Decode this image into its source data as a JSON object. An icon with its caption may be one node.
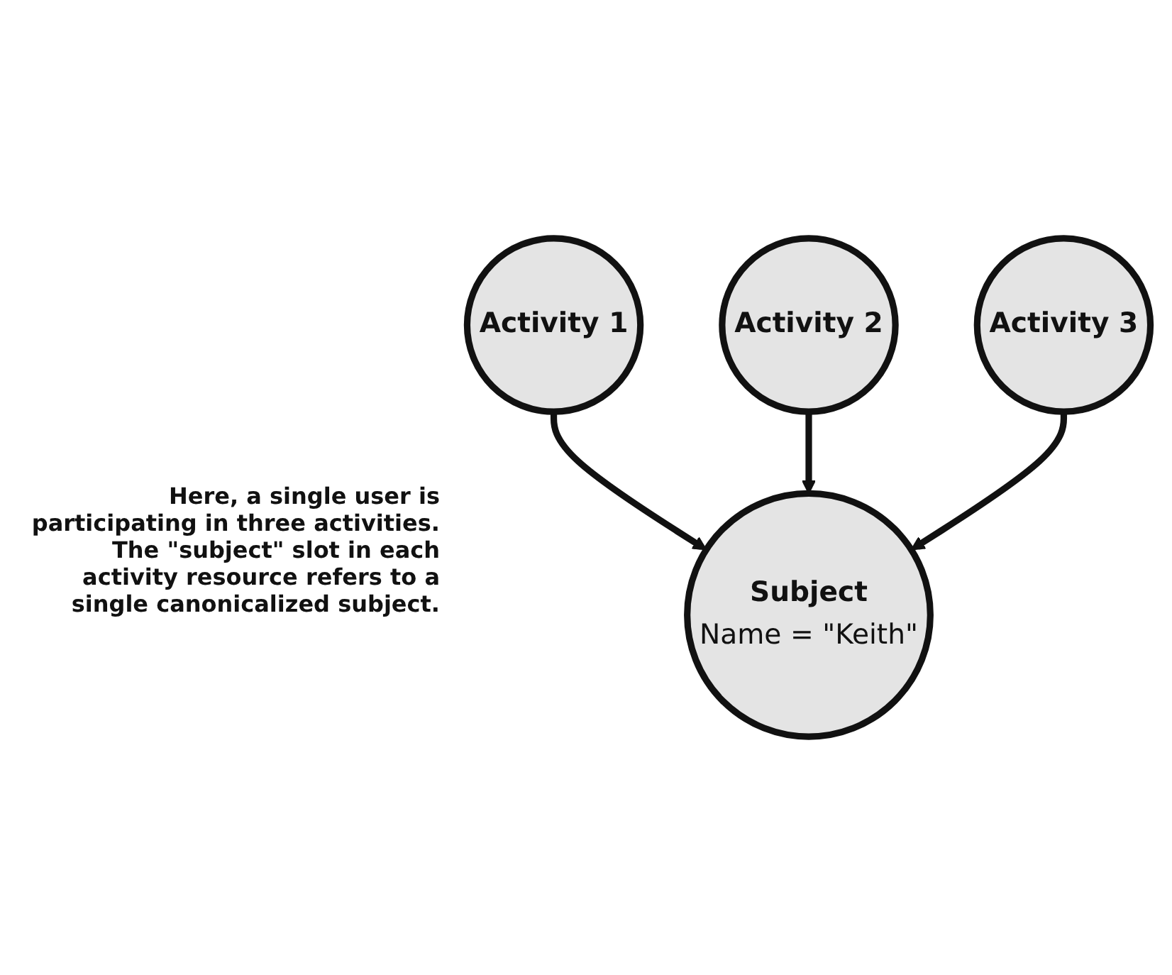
{
  "diagram": {
    "nodes": [
      {
        "text": [
          "Activity 1"
        ]
      },
      {
        "text": [
          "Activity 2"
        ]
      },
      {
        "text": [
          "Subject",
          "Name = \"Keith\""
        ]
      },
      {
        "text": [
          "Activity 3"
        ]
      }
    ],
    "edges": [
      {
        "from": 0,
        "to": 2,
        "arrow": "to"
      },
      {
        "from": 1,
        "to": 2,
        "arrow": "to"
      },
      {
        "from": 3,
        "to": 2,
        "arrow": "to"
      }
    ],
    "labels": [
      "Here, a single user is participating in three activities. The \"subject\" slot in each activity resource refers to a single canonicalized subject."
    ]
  }
}
